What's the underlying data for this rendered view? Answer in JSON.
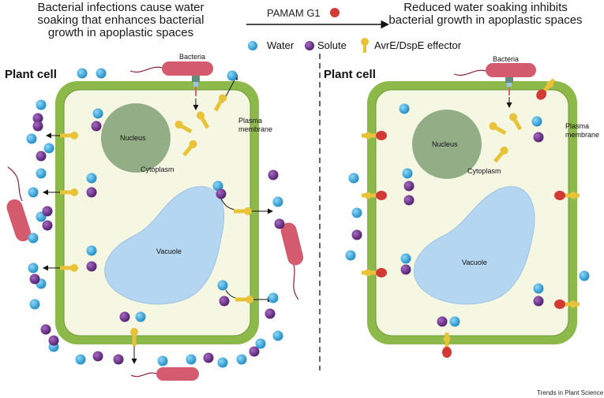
{
  "header": {
    "left_title": "Bacterial infections cause water\nsoaking that enhances bacterial\ngrowth in apoplastic spaces",
    "treatment_label": "PAMAM G1",
    "right_title": "Reduced water soaking inhibits\nbacterial growth in apoplastic spaces"
  },
  "legend": {
    "water": "Water",
    "solute": "Solute",
    "effector": "AvrE/DspE effector"
  },
  "left_panel": {
    "title": "Plant cell",
    "bacteria": "Bacteria",
    "plasma_membrane": "Plasma\nmembrane",
    "nucleus": "Nucleus",
    "cytoplasm": "Cytoplasm",
    "vacuole": "Vacuole"
  },
  "right_panel": {
    "title": "Plant cell",
    "bacteria": "Bacteria",
    "plasma_membrane": "Plasma\nmembrane",
    "nucleus": "Nucleus",
    "cytoplasm": "Cytoplasm",
    "vacuole": "Vacuole"
  },
  "credit": "Trends in Plant Science",
  "colors": {
    "cell_wall": "#8db84a",
    "cytoplasm": "#f6f7e3",
    "nucleus": "#93ad86",
    "vacuole": "#b5d6f0",
    "water": "#2a9fd6",
    "solute": "#6e2e8c",
    "effector": "#e8c33a",
    "bacteria": "#d45a6e",
    "pamam": "#d23a36"
  }
}
